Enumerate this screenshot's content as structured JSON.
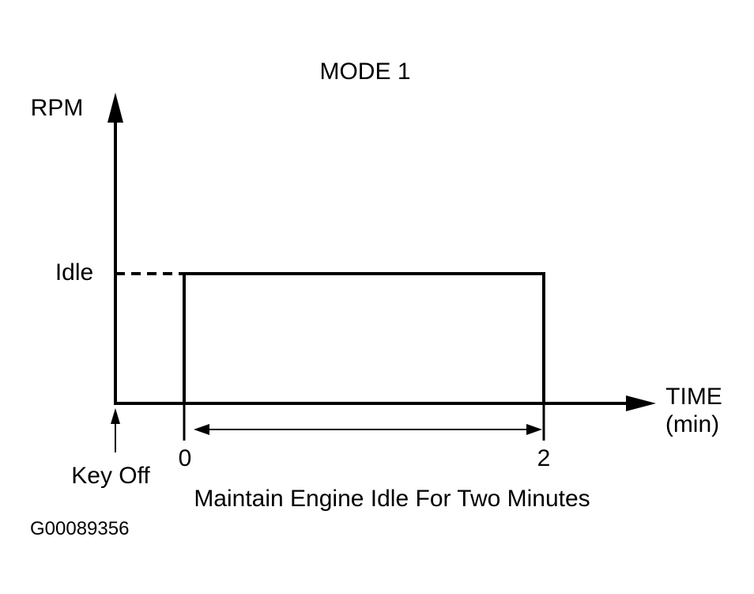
{
  "chart_data": {
    "type": "line",
    "title": "MODE 1",
    "ylabel": "RPM",
    "xlabel_line1": "TIME",
    "xlabel_line2": "(min)",
    "y_level_label": "Idle",
    "x": [
      0,
      0,
      2,
      2
    ],
    "y_levels": [
      "off",
      "Idle",
      "Idle",
      "off"
    ],
    "x_tick_labels": [
      "0",
      "2"
    ],
    "xlim": [
      -0.4,
      2.5
    ],
    "annotations": {
      "start_marker": "Key Off",
      "duration_text": "Maintain Engine Idle For Two Minutes"
    },
    "figure_id": "G00089356"
  }
}
